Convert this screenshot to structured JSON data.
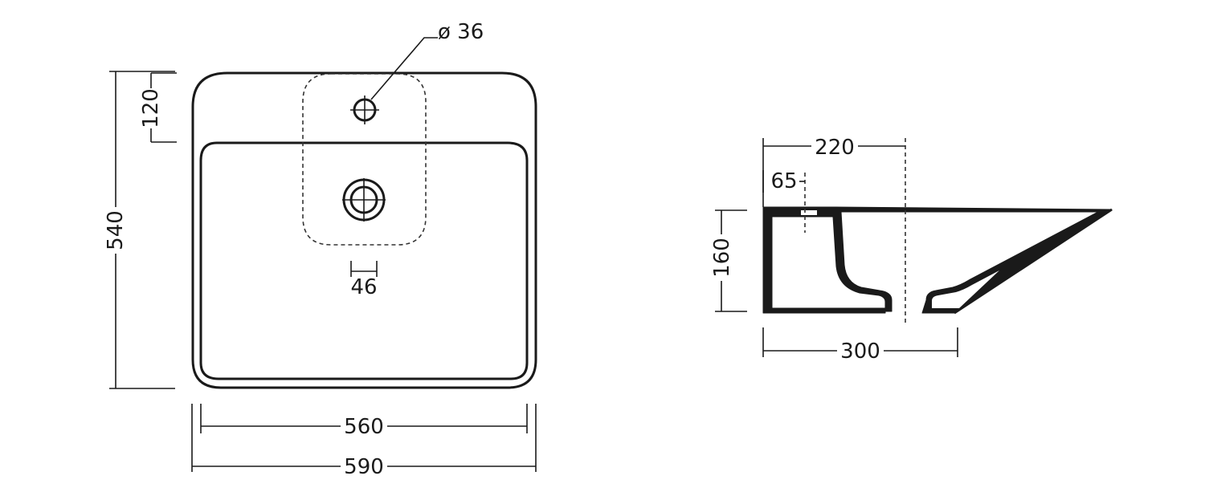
{
  "top_view": {
    "hole_diameter": "ø 36",
    "tap_offset": "120",
    "overall_depth": "540",
    "drain_width": "46",
    "inner_width": "560",
    "overall_width": "590"
  },
  "side_view": {
    "drain_distance": "220",
    "wall_thickness": "65",
    "height": "160",
    "depth": "300"
  },
  "colors": {
    "line": "#1a1a1a",
    "background": "#ffffff"
  }
}
